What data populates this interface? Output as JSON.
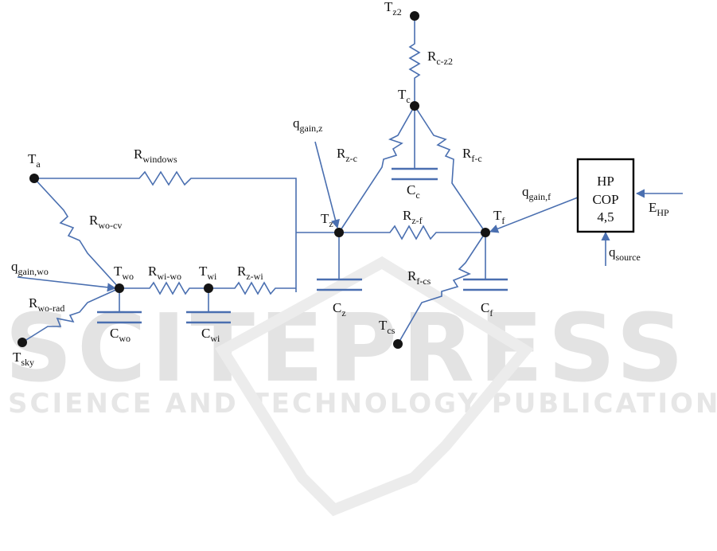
{
  "watermark": {
    "main": "SCITEPRESS",
    "sub": "SCIENCE AND TECHNOLOGY PUBLICATIONS"
  },
  "nodes": {
    "tz2": {
      "main": "T",
      "sub": "z2"
    },
    "tc": {
      "main": "T",
      "sub": "c"
    },
    "ta": {
      "main": "T",
      "sub": "a"
    },
    "tz": {
      "main": "T",
      "sub": "z"
    },
    "tf": {
      "main": "T",
      "sub": "f"
    },
    "two": {
      "main": "T",
      "sub": "wo"
    },
    "twi": {
      "main": "T",
      "sub": "wi"
    },
    "tsky": {
      "main": "T",
      "sub": "sky"
    },
    "tcs": {
      "main": "T",
      "sub": "cs"
    }
  },
  "resistors": {
    "rcz2": {
      "main": "R",
      "sub": "c-z2"
    },
    "rwindows": {
      "main": "R",
      "sub": "windows"
    },
    "rzc": {
      "main": "R",
      "sub": "z-c"
    },
    "rfc": {
      "main": "R",
      "sub": "f-c"
    },
    "rwocv": {
      "main": "R",
      "sub": "wo-cv"
    },
    "rzf": {
      "main": "R",
      "sub": "z-f"
    },
    "rwiwo": {
      "main": "R",
      "sub": "wi-wo"
    },
    "rzwi": {
      "main": "R",
      "sub": "z-wi"
    },
    "rworad": {
      "main": "R",
      "sub": "wo-rad"
    },
    "rfcs": {
      "main": "R",
      "sub": "f-cs"
    }
  },
  "capacitors": {
    "cc": {
      "main": "C",
      "sub": "c"
    },
    "cz": {
      "main": "C",
      "sub": "z"
    },
    "cf": {
      "main": "C",
      "sub": "f"
    },
    "cwo": {
      "main": "C",
      "sub": "wo"
    },
    "cwi": {
      "main": "C",
      "sub": "wi"
    }
  },
  "heat_flows": {
    "qgainz": {
      "main": "q",
      "sub": "gain,z"
    },
    "qgainf": {
      "main": "q",
      "sub": "gain,f"
    },
    "qgainwo": {
      "main": "q",
      "sub": "gain,wo"
    },
    "qsource": {
      "main": "q",
      "sub": "source"
    },
    "ehp": {
      "main": "E",
      "sub": "HP"
    }
  },
  "heat_pump": {
    "line1": "HP",
    "line2": "COP",
    "line3": "4,5"
  },
  "colors": {
    "wire": "#4a6fb0",
    "node": "#141414",
    "watermark": "#e3e3e3"
  }
}
